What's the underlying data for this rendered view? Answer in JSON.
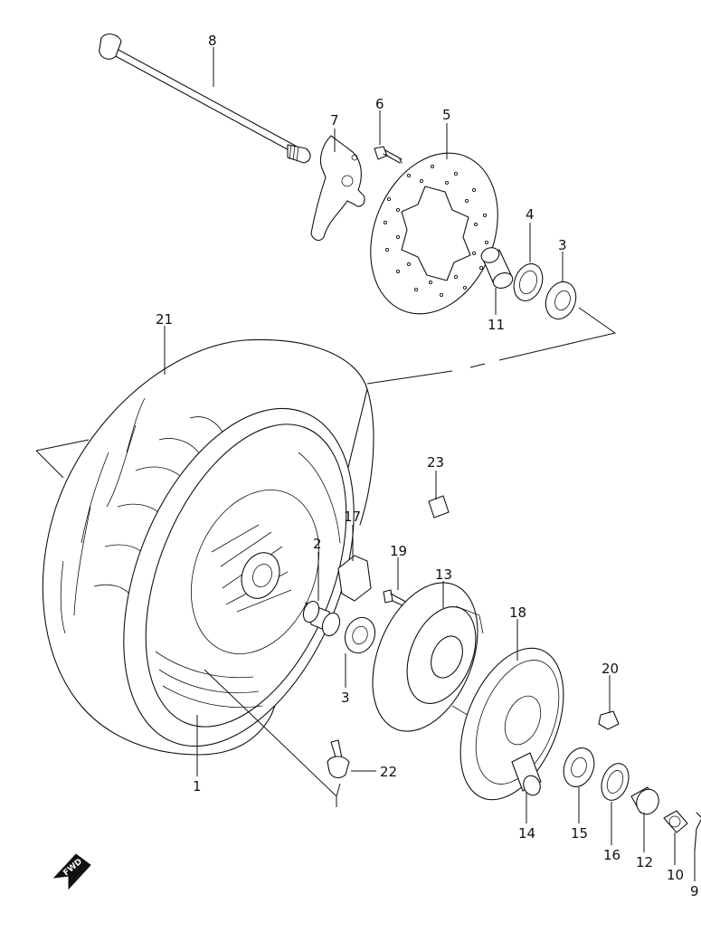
{
  "callouts": [
    {
      "id": "8",
      "label": "8"
    },
    {
      "id": "7",
      "label": "7"
    },
    {
      "id": "6",
      "label": "6"
    },
    {
      "id": "5",
      "label": "5"
    },
    {
      "id": "4",
      "label": "4"
    },
    {
      "id": "3a",
      "label": "3"
    },
    {
      "id": "11",
      "label": "11"
    },
    {
      "id": "21",
      "label": "21"
    },
    {
      "id": "23",
      "label": "23"
    },
    {
      "id": "17",
      "label": "17"
    },
    {
      "id": "2",
      "label": "2"
    },
    {
      "id": "19",
      "label": "19"
    },
    {
      "id": "13",
      "label": "13"
    },
    {
      "id": "18",
      "label": "18"
    },
    {
      "id": "3b",
      "label": "3"
    },
    {
      "id": "20",
      "label": "20"
    },
    {
      "id": "22",
      "label": "22"
    },
    {
      "id": "1",
      "label": "1"
    },
    {
      "id": "14",
      "label": "14"
    },
    {
      "id": "15",
      "label": "15"
    },
    {
      "id": "16",
      "label": "16"
    },
    {
      "id": "12",
      "label": "12"
    },
    {
      "id": "10",
      "label": "10"
    },
    {
      "id": "9",
      "label": "9"
    }
  ],
  "direction_marker": {
    "label": "FWD",
    "icon": "fwd-arrow-icon"
  }
}
